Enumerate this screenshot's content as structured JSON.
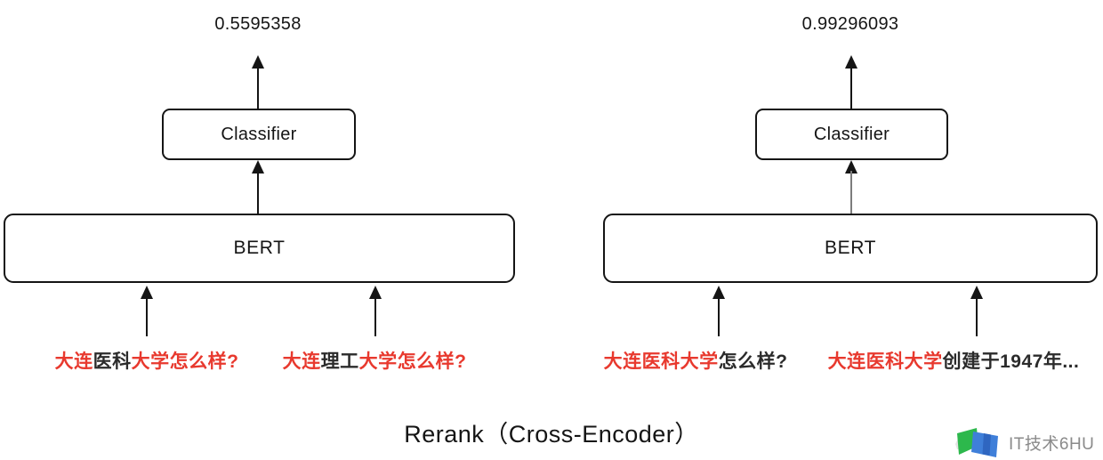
{
  "title": "Rerank（Cross-Encoder）",
  "colors": {
    "red": "#e8392e",
    "ink": "#151515",
    "gray-arrow": "#7d7d7d",
    "watermark-gray": "#8a8a8a",
    "logo-green": "#2db84c",
    "logo-blue": "#3f7fd9",
    "bg": "#ffffff"
  },
  "panels": [
    {
      "id": "left",
      "score": "0.5595358",
      "classifier_label": "Classifier",
      "bert_label": "BERT",
      "inputs": [
        {
          "segments": [
            {
              "text": "大连",
              "color": "red"
            },
            {
              "text": "医科",
              "color": "black"
            },
            {
              "text": "大学怎么样?",
              "color": "red"
            }
          ]
        },
        {
          "segments": [
            {
              "text": "大连",
              "color": "red"
            },
            {
              "text": "理工",
              "color": "black"
            },
            {
              "text": "大学怎么样?",
              "color": "red"
            }
          ]
        }
      ]
    },
    {
      "id": "right",
      "score": "0.99296093",
      "classifier_label": "Classifier",
      "bert_label": "BERT",
      "inputs": [
        {
          "segments": [
            {
              "text": "大连医科大学",
              "color": "red"
            },
            {
              "text": "怎么样?",
              "color": "black"
            }
          ]
        },
        {
          "segments": [
            {
              "text": "大连医科大学",
              "color": "red"
            },
            {
              "text": "创建于1947年...",
              "color": "black"
            }
          ]
        }
      ]
    }
  ],
  "watermark": {
    "logo_icon": "itjishu-logo",
    "text": "IT技术6HU"
  }
}
